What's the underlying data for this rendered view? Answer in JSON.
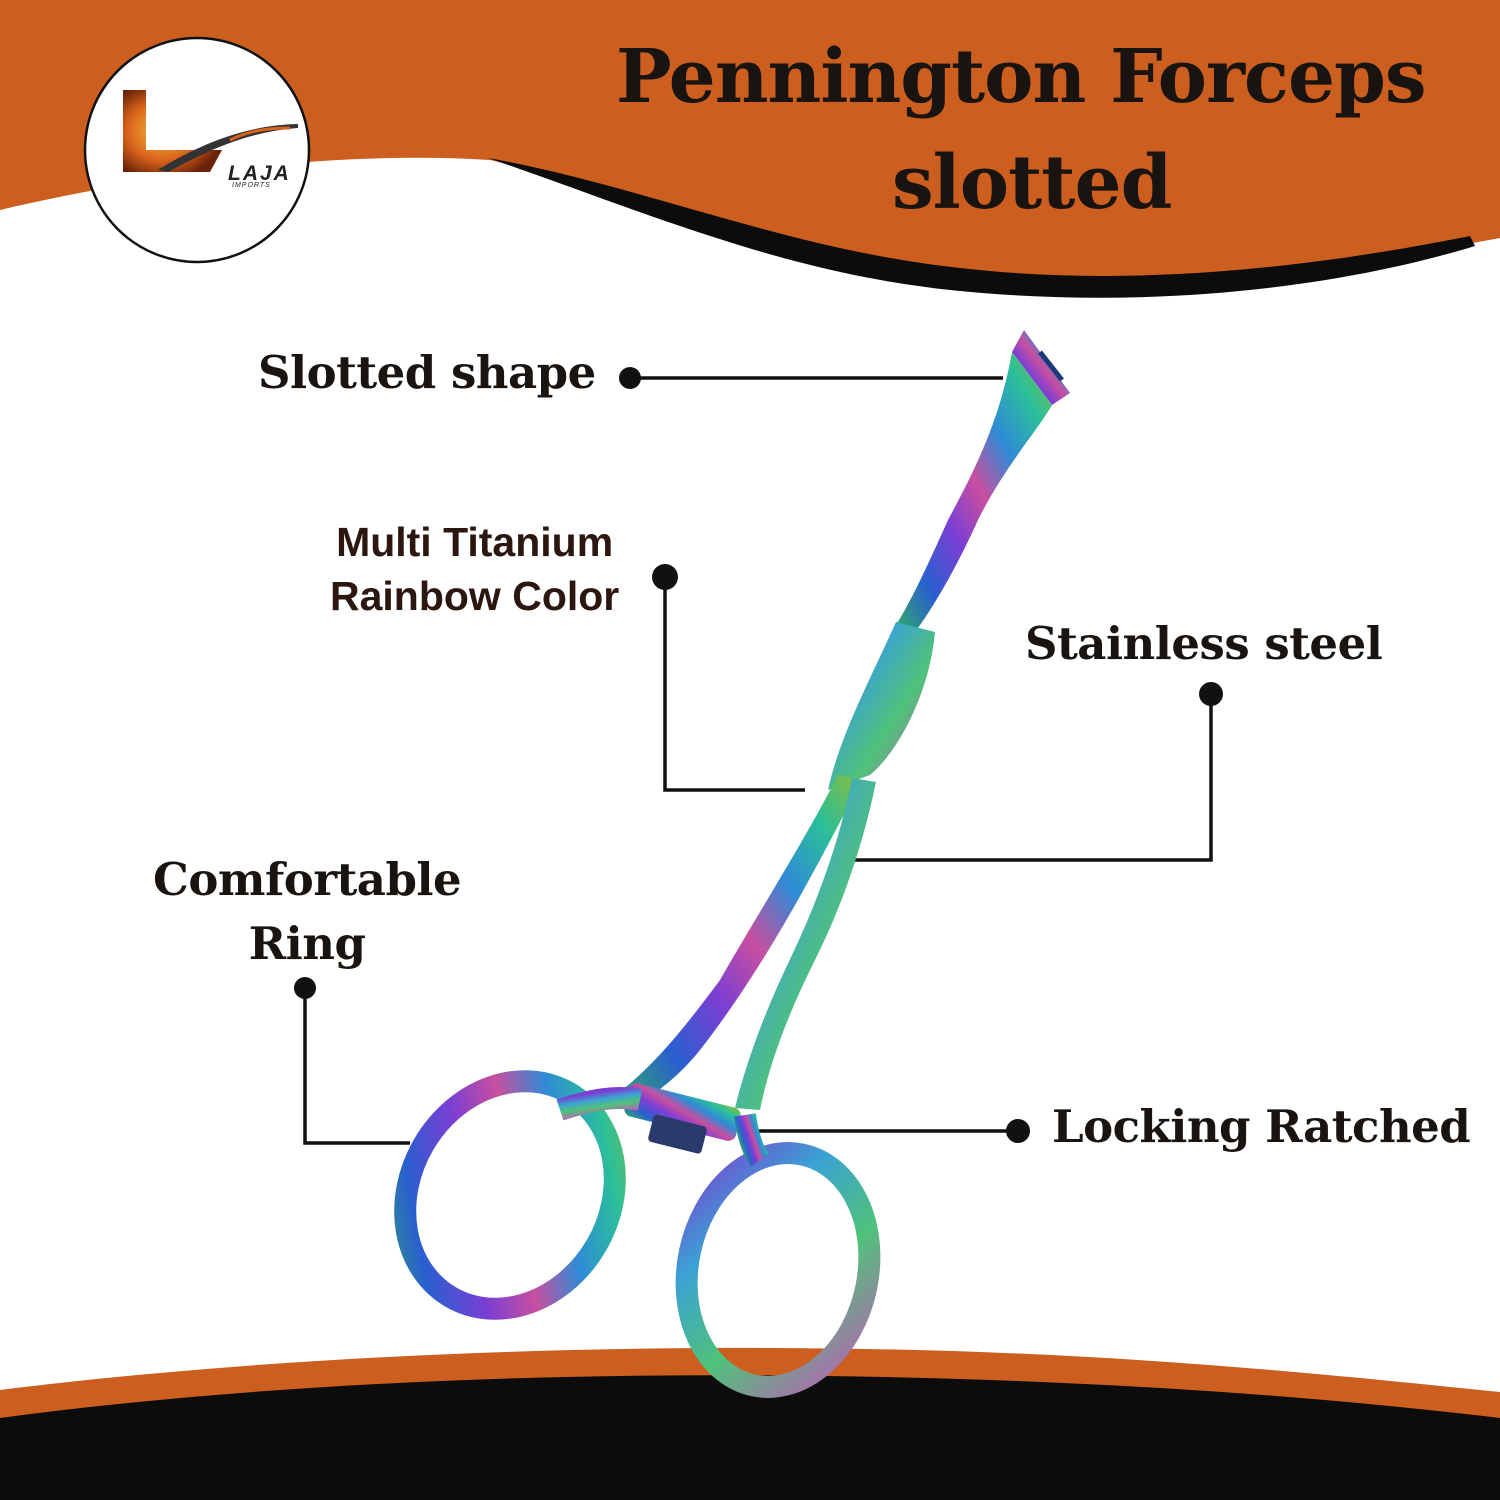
{
  "title": {
    "line1": "Pennington Forceps",
    "line2": "slotted"
  },
  "logo": {
    "name": "LAJA",
    "sub": "IMPORTS"
  },
  "callouts": {
    "slotted_shape": "Slotted shape",
    "multi_titanium_line1": "Multi Titanium",
    "multi_titanium_line2": "Rainbow Color",
    "stainless_steel": "Stainless steel",
    "comfortable_line1": "Comfortable",
    "comfortable_line2": "Ring",
    "locking_ratched": "Locking Ratched"
  },
  "colors": {
    "banner_orange": "#cc5f1f",
    "text_dark": "#1a1410",
    "accent_black": "#0c0c0c"
  },
  "icons": [
    "logo-badge",
    "forceps-image",
    "callout-dot"
  ]
}
